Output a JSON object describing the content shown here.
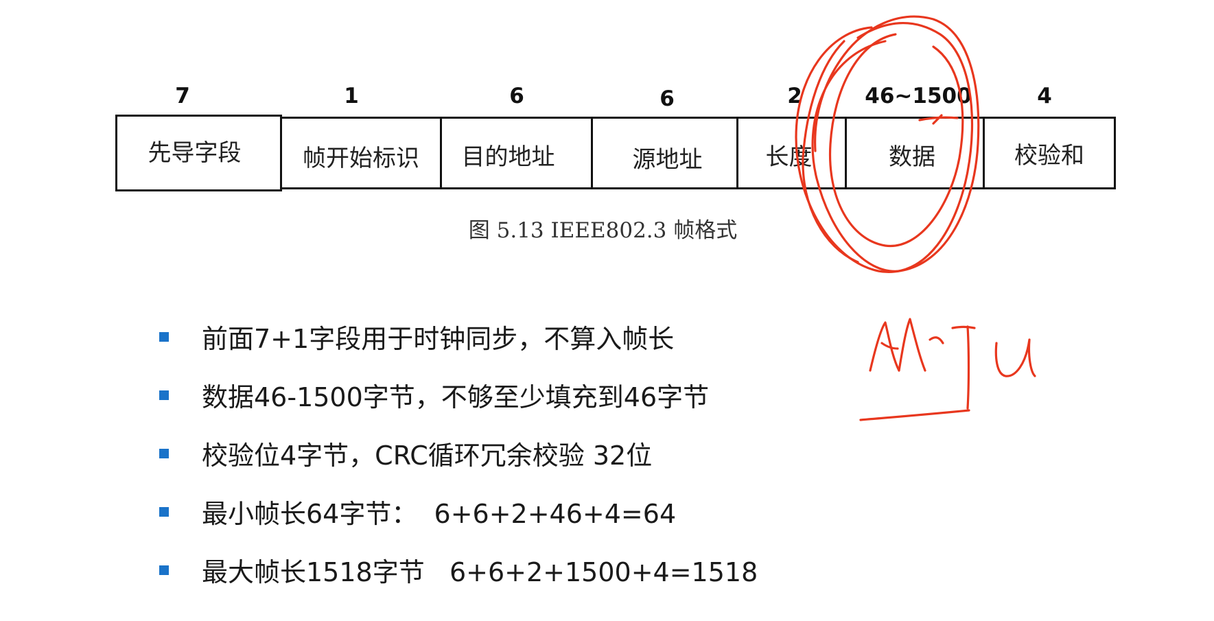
{
  "diagram": {
    "fields": [
      {
        "size": "7",
        "name": "先导字段"
      },
      {
        "size": "1",
        "name": "帧开始标识"
      },
      {
        "size": "6",
        "name": "目的地址"
      },
      {
        "size": "6",
        "name": "源地址"
      },
      {
        "size": "2",
        "name": "长度"
      },
      {
        "size": "46~1500",
        "name": "数据"
      },
      {
        "size": "4",
        "name": "校验和"
      }
    ],
    "caption": "图 5.13 IEEE802.3 帧格式"
  },
  "notes": [
    "前面7+1字段用于时钟同步，不算入帧长",
    "数据46-1500字节，不够至少填充到46字节",
    "校验位4字节，CRC循环冗余校验 32位",
    "最小帧长64字节：  6+6+2+46+4=64",
    "最大帧长1518字节   6+6+2+1500+4=1518"
  ],
  "colors": {
    "bullet": "#1a73c9",
    "annotation": "#e8371e",
    "border": "#111111"
  }
}
